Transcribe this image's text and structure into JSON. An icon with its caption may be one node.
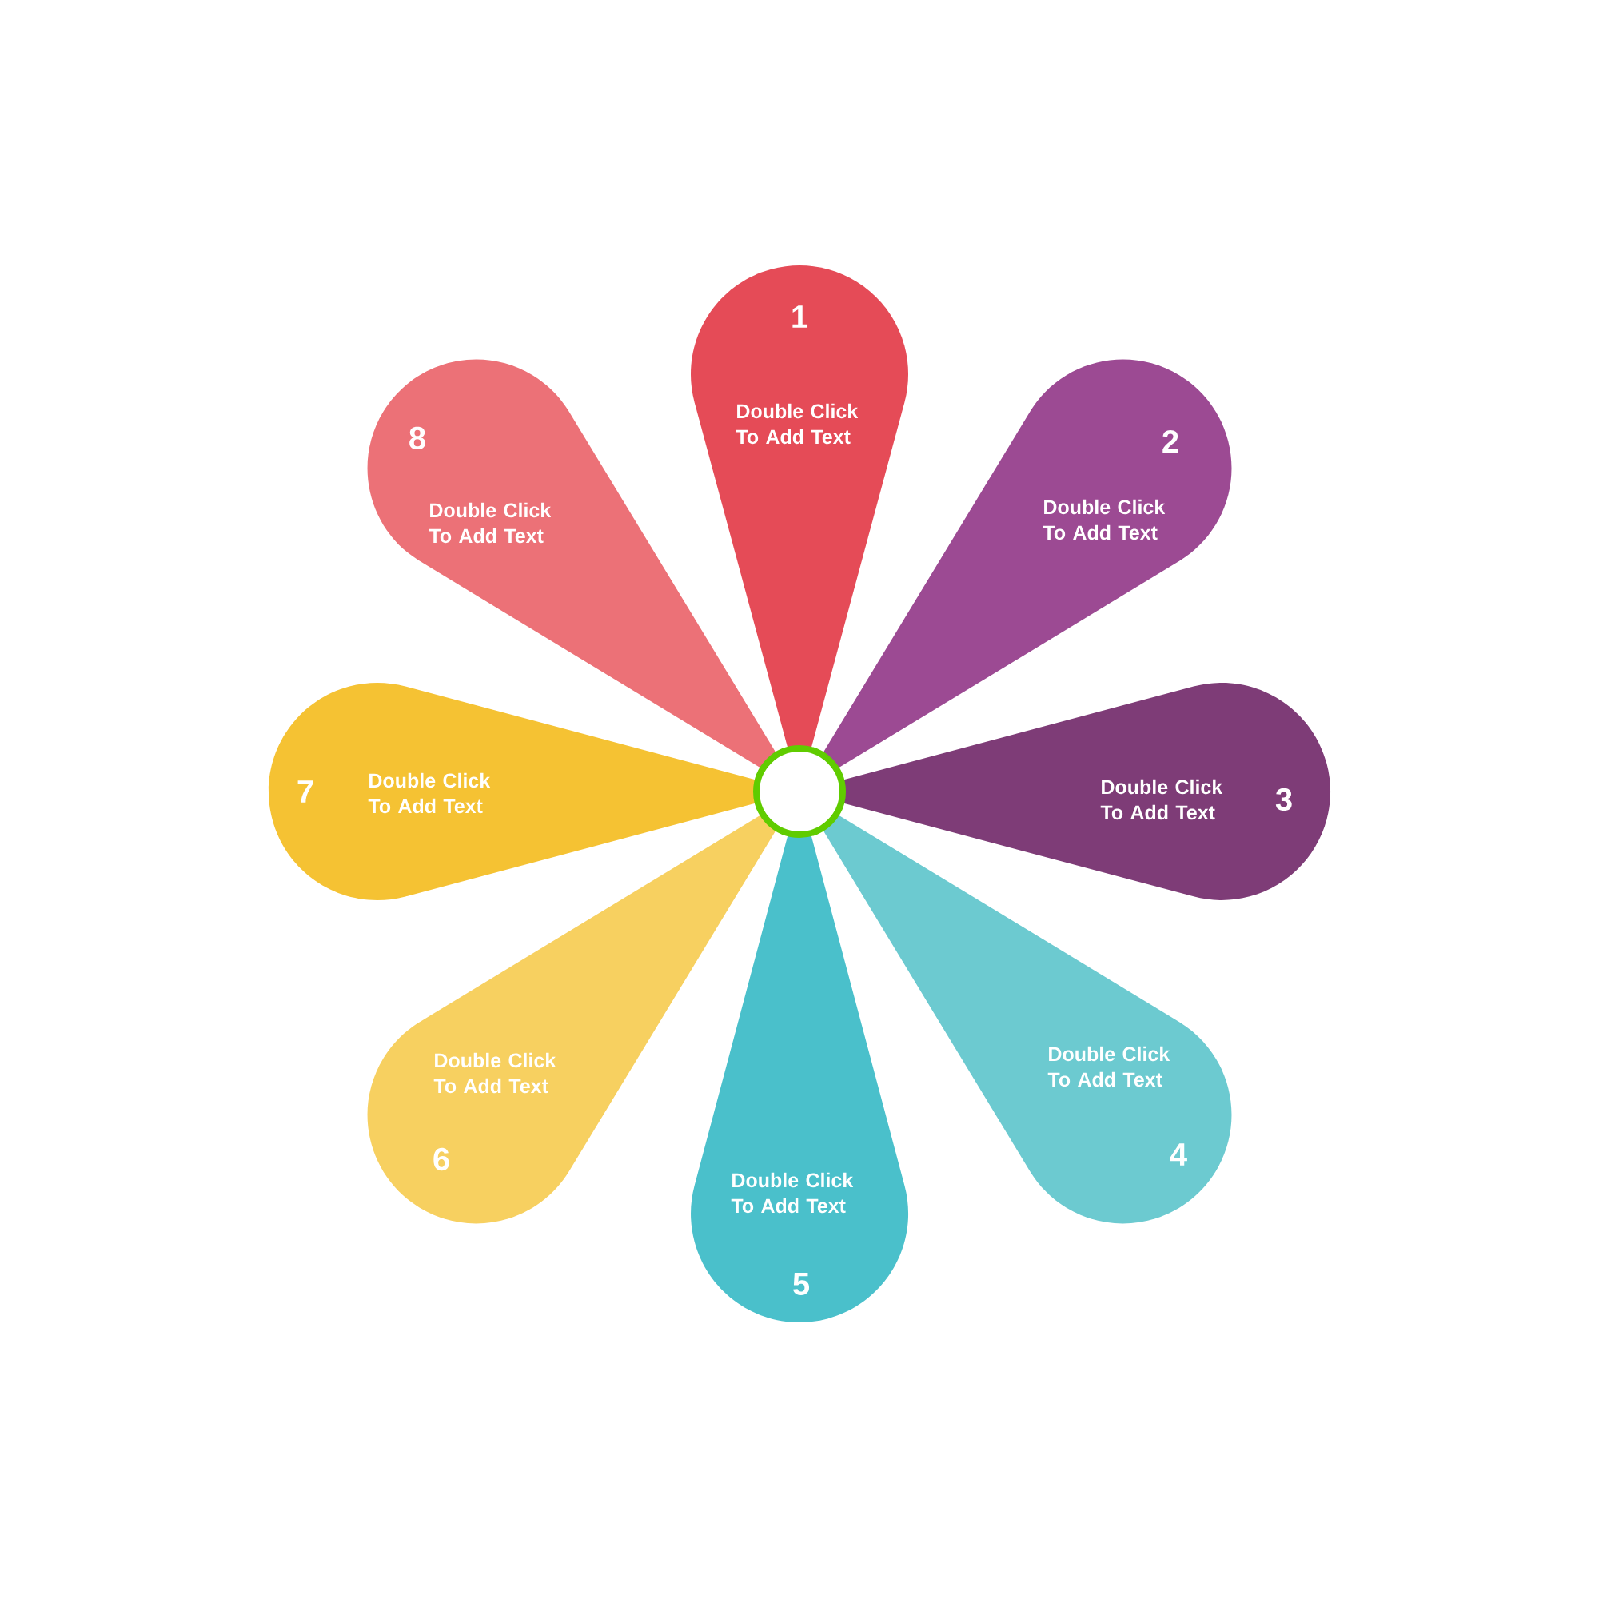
{
  "diagram": {
    "nodes": [
      {
        "text": [
          "1",
          "Double Click To Add Text"
        ]
      },
      {
        "text": [
          "2",
          "Double Click To Add Text"
        ]
      },
      {
        "text": [
          "Double Click To Add Text",
          "3"
        ]
      },
      {
        "text": [
          "Double Click To Add Text",
          "4"
        ]
      },
      {
        "text": [
          "Double Click To Add Text",
          "5"
        ]
      },
      {
        "text": [
          "Double Click To Add Text",
          "6"
        ]
      },
      {
        "text": [
          "7",
          "Double Click To Add Text"
        ]
      },
      {
        "text": [
          "8",
          "Double Click To Add Text"
        ]
      },
      {
        "text": [],
        "shape": "circle"
      }
    ]
  }
}
